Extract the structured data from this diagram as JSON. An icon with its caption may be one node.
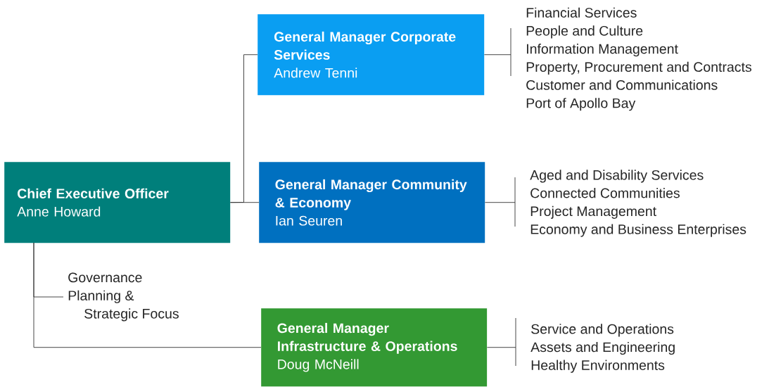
{
  "diagram": {
    "nodes": [
      {
        "text": [
          "Chief Executive Officer",
          "Anne Howard"
        ]
      },
      {
        "text": [
          "General Manager Corporate Services",
          "Andrew Tenni"
        ]
      },
      {
        "text": [
          "General Manager Community & Economy",
          "Ian Seuren"
        ]
      },
      {
        "text": [
          "General Manager Infrastructure & Operations",
          "Doug McNeill"
        ]
      },
      {
        "text": [
          "Governance",
          "Planning & Strategic Focus"
        ]
      },
      {
        "text": [
          "Financial Services",
          "People and Culture",
          "Information Management",
          "Property, Procurement and Contracts",
          "Customer and Communications",
          "Port of Apollo Bay"
        ]
      },
      {
        "text": [
          "Aged and Disability Services",
          "Connected Communities",
          "Project Management",
          "Economy and Business Enterprises"
        ]
      },
      {
        "text": [
          "Service and Operations",
          "Assets and Engineering",
          "Healthy Environments"
        ]
      }
    ],
    "edges": [
      {
        "from": 0,
        "to": 1,
        "arrow": "none"
      },
      {
        "from": 0,
        "to": 2,
        "arrow": "none"
      },
      {
        "from": 0,
        "to": 3,
        "arrow": "none"
      },
      {
        "from": 0,
        "to": 4,
        "arrow": "none"
      },
      {
        "from": 1,
        "to": 5,
        "arrow": "none"
      },
      {
        "from": 2,
        "to": 6,
        "arrow": "none"
      },
      {
        "from": 3,
        "to": 7,
        "arrow": "none"
      }
    ]
  }
}
